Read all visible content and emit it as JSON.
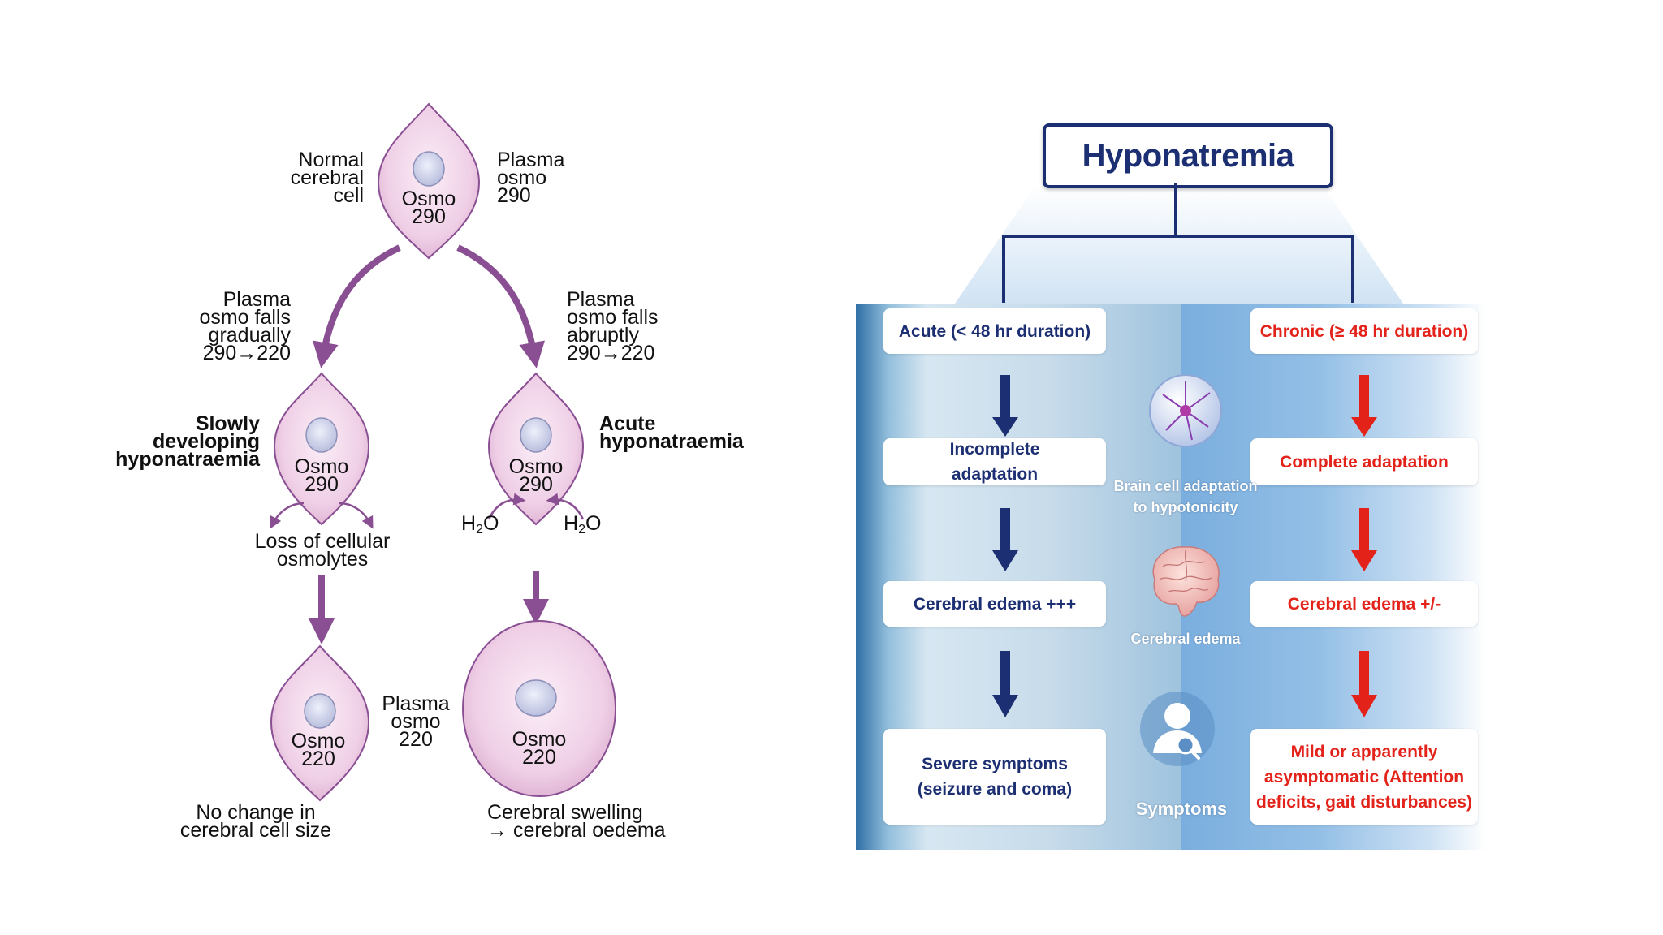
{
  "left": {
    "normal_cell_label": "Normal\ncerebral\ncell",
    "plasma_top": "Plasma\nosmo\n290",
    "cell_top": "Osmo\n290",
    "gradual_label": "Plasma\nosmo falls\ngradually\n290→220",
    "abrupt_label": "Plasma\nosmo falls\nabruptly\n290→220",
    "slow_label": "Slowly\ndeveloping\nhyponatraemia",
    "acute_label": "Acute\nhyponatraemia",
    "cell_mid_left": "Osmo\n290",
    "cell_mid_right": "Osmo\n290",
    "loss_label": "Loss of cellular\nosmolytes",
    "h2o": "H",
    "h2o_sub": "2",
    "h2o_o": "O",
    "plasma_220": "Plasma\nosmo\n220",
    "cell_bottom_left": "Osmo\n220",
    "cell_bottom_right": "Osmo\n220",
    "no_change": "No change in\ncerebral cell size",
    "swelling": "Cerebral swelling\n→ cerebral oedema"
  },
  "right": {
    "title": "Hyponatremia",
    "acute_header": "Acute (< 48 hr duration)",
    "chronic_header": "Chronic (≥ 48 hr duration)",
    "incomplete": "Incomplete\nadaptation",
    "complete": "Complete adaptation",
    "edema_acute": "Cerebral edema +++",
    "edema_chronic": "Cerebral edema +/-",
    "severe": "Severe symptoms\n(seizure and coma)",
    "mild": "Mild or apparently\nasymptomatic (Attention\ndeficits, gait disturbances)",
    "center_adapt": "Brain cell adaptation\nto hypotonicity",
    "center_edema": "Cerebral edema",
    "center_symptoms": "Symptoms",
    "colors": {
      "navy": "#1d2f73",
      "red": "#e32219",
      "purple": "#8a4f93",
      "cell_pink": "#f1d7ea"
    },
    "icons": [
      "neuron-icon",
      "brain-icon",
      "person-search-icon"
    ]
  }
}
